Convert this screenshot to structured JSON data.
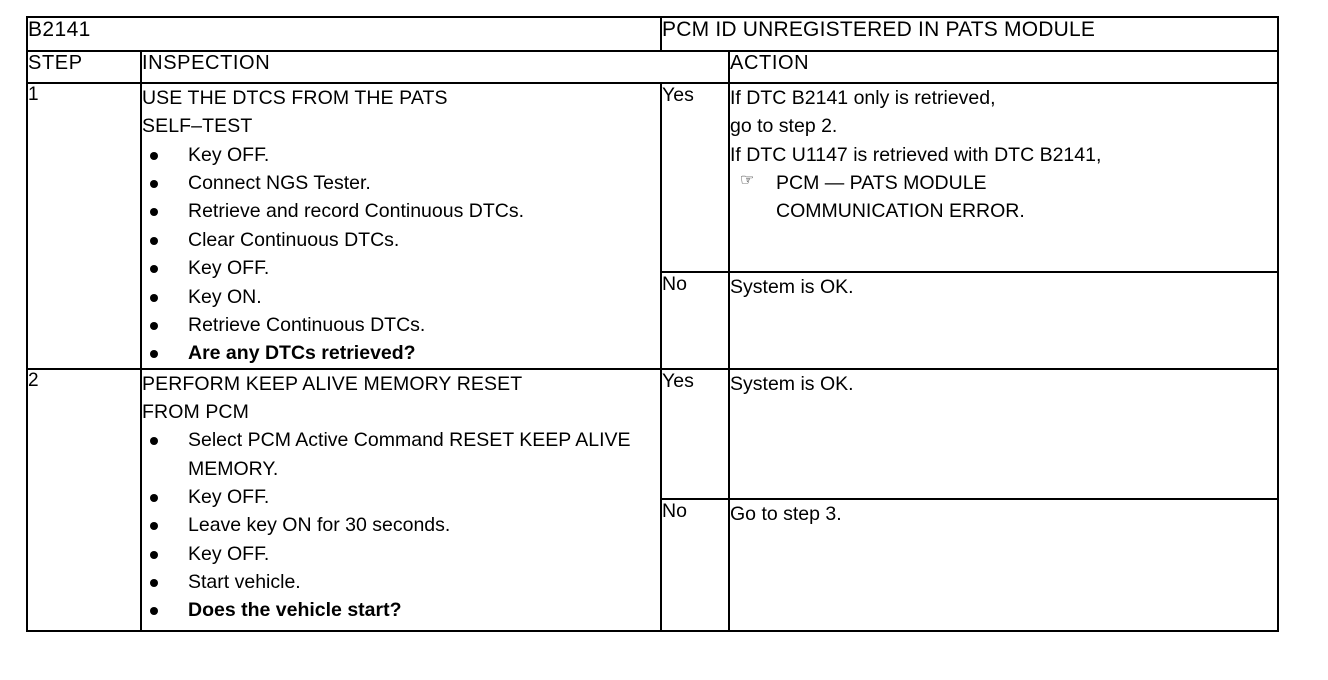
{
  "document": {
    "code": "B2141",
    "title": "PCM ID UNREGISTERED IN PATS MODULE",
    "headers": {
      "step": "STEP",
      "inspection": "INSPECTION",
      "action": "ACTION"
    }
  },
  "icons": {
    "pointing-hand": "☞",
    "bullet": "•"
  },
  "steps": [
    {
      "number": "1",
      "inspection": {
        "heading": "USE THE DTCS FROM THE PATS\nSELF–TEST",
        "bullets": [
          {
            "text": "Key OFF.",
            "bold": false
          },
          {
            "text": "Connect NGS Tester.",
            "bold": false
          },
          {
            "text": "Retrieve and record Continuous DTCs.",
            "bold": false
          },
          {
            "text": "Clear Continuous DTCs.",
            "bold": false
          },
          {
            "text": "Key OFF.",
            "bold": false
          },
          {
            "text": "Key ON.",
            "bold": false
          },
          {
            "text": "Retrieve Continuous DTCs.",
            "bold": false
          },
          {
            "text": "Are any DTCs retrieved?",
            "bold": true
          }
        ]
      },
      "yes": {
        "label": "Yes",
        "line1": "If DTC B2141 only is retrieved,",
        "line2": "go to step 2.",
        "line3": "If DTC U1147 is retrieved with DTC B2141,",
        "pointer_line1": "PCM — PATS MODULE",
        "pointer_line2": "COMMUNICATION ERROR."
      },
      "no": {
        "label": "No",
        "text": "System is OK."
      }
    },
    {
      "number": "2",
      "inspection": {
        "heading": "PERFORM KEEP ALIVE MEMORY RESET\nFROM PCM",
        "bullets": [
          {
            "text": "Select PCM Active Command RESET\nKEEP ALIVE MEMORY.",
            "bold": false
          },
          {
            "text": "Key OFF.",
            "bold": false
          },
          {
            "text": "Leave key ON for 30 seconds.",
            "bold": false
          },
          {
            "text": "Key OFF.",
            "bold": false
          },
          {
            "text": "Start vehicle.",
            "bold": false
          },
          {
            "text": "Does the vehicle start?",
            "bold": true
          }
        ]
      },
      "yes": {
        "label": "Yes",
        "text": "System is OK."
      },
      "no": {
        "label": "No",
        "text": "Go to step 3."
      }
    }
  ],
  "colors": {
    "ink": "#000000",
    "paper": "#ffffff"
  }
}
